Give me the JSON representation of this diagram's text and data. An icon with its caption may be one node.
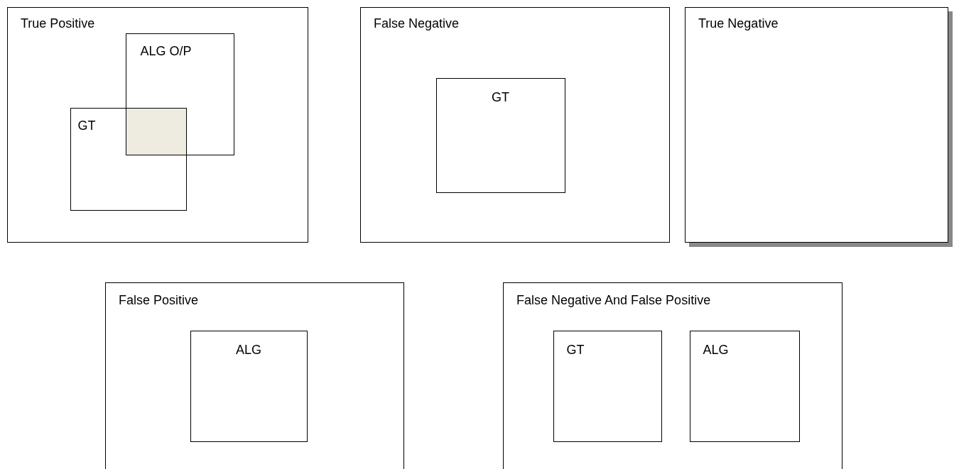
{
  "diagram": {
    "nodes": [
      {
        "text": [
          "True Positive"
        ]
      },
      {
        "text": [
          "ALG O/P"
        ],
        "in": 0
      },
      {
        "text": [
          "GT"
        ],
        "in": 0
      },
      {
        "text": [],
        "shape": "box"
      },
      {
        "text": [
          "False Negative"
        ]
      },
      {
        "text": [
          "GT"
        ],
        "in": 4
      },
      {
        "text": [
          "True Negative"
        ]
      },
      {
        "text": [
          "False Positive"
        ]
      },
      {
        "text": [
          "ALG"
        ],
        "in": 7
      },
      {
        "text": [
          "False Negative And False Positive"
        ]
      },
      {
        "text": [
          "GT"
        ],
        "in": 9
      },
      {
        "text": [
          "ALG"
        ],
        "in": 9
      }
    ]
  }
}
